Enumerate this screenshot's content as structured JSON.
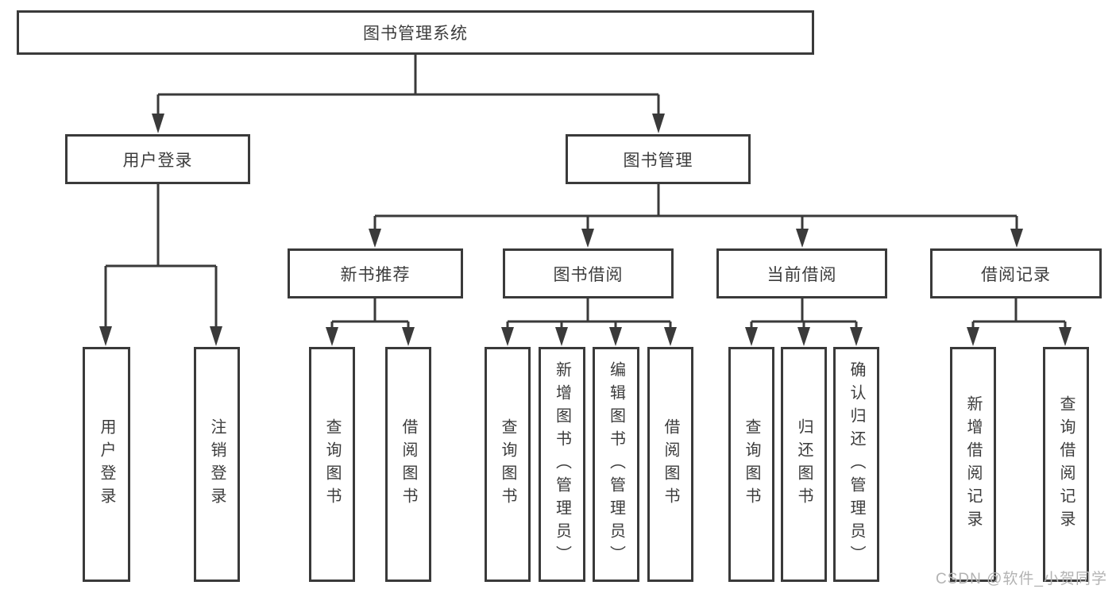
{
  "diagram": {
    "type": "hierarchy-tree",
    "root": {
      "label": "图书管理系统",
      "children": [
        {
          "label": "用户登录",
          "children": [
            {
              "label": "用户登录"
            },
            {
              "label": "注销登录"
            }
          ]
        },
        {
          "label": "图书管理",
          "children": [
            {
              "label": "新书推荐",
              "children": [
                {
                  "label": "查询图书"
                },
                {
                  "label": "借阅图书"
                }
              ]
            },
            {
              "label": "图书借阅",
              "children": [
                {
                  "label": "查询图书"
                },
                {
                  "label": "新增图书（管理员）"
                },
                {
                  "label": "编辑图书（管理员）"
                },
                {
                  "label": "借阅图书"
                }
              ]
            },
            {
              "label": "当前借阅",
              "children": [
                {
                  "label": "查询图书"
                },
                {
                  "label": "归还图书"
                },
                {
                  "label": "确认归还（管理员）"
                }
              ]
            },
            {
              "label": "借阅记录",
              "children": [
                {
                  "label": "新增借阅记录"
                },
                {
                  "label": "查询借阅记录"
                }
              ]
            }
          ]
        }
      ]
    }
  },
  "colors": {
    "line": "#3a3a3a",
    "text": "#3c3c3c",
    "background": "#ffffff",
    "watermark": "#b3b3b3"
  },
  "watermark": {
    "text": "CSDN @软件_小贺同学"
  }
}
